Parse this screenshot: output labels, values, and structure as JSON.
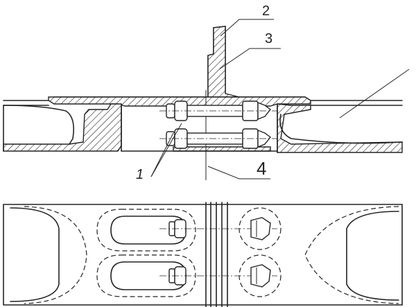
{
  "labels": {
    "one": "1",
    "two": "2",
    "three": "3",
    "four": "4"
  },
  "colors": {
    "ink": "#222222",
    "paper": "#ffffff"
  }
}
